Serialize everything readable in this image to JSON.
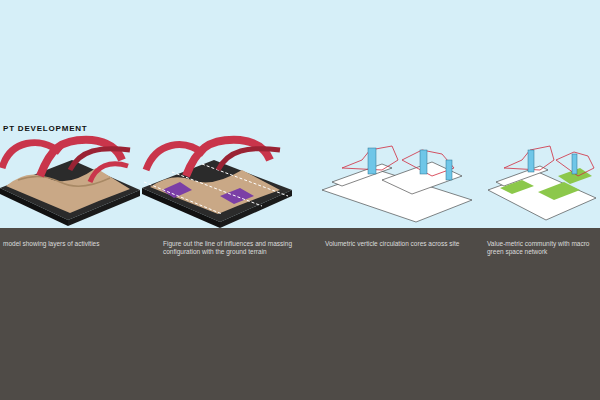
{
  "diagram": {
    "title": "PT DEVELOPMENT",
    "labels": [
      "model showing layers of activities",
      "Figure out the line of influences and massing configuration with the ground terrain",
      "Volumetric verticle circulation cores across site",
      "Value-metric community with macro green space network"
    ]
  }
}
